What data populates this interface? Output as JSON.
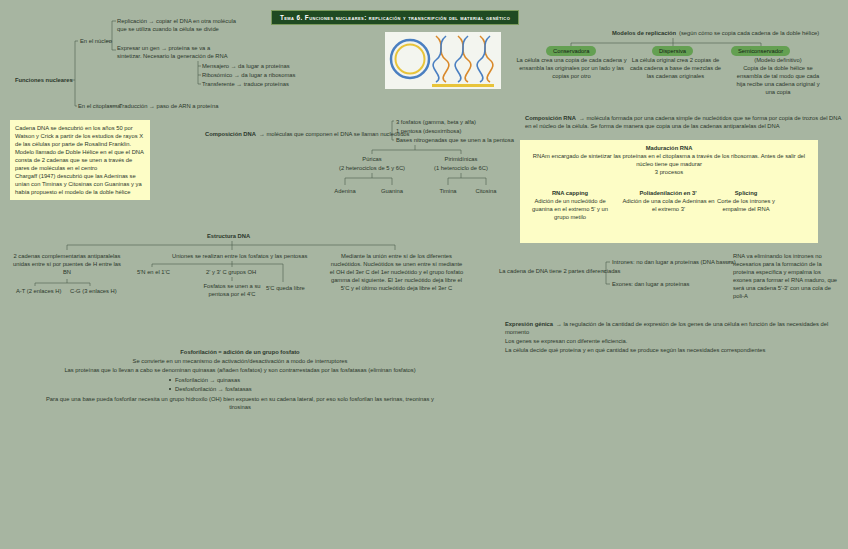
{
  "diagram": {
    "title": "Tema 6. Funciones nucleares: replicación y transcripción del material genético",
    "nodes": [
      {
        "text": [
          "Cadena DNA se descubrió en los años 50 por Watson y Crick a partir de los estudios de rayos X de las células por parte de Rosalind Franklin.",
          "Modelo llamado de Doble Hélice en el que el DNA consta de 2 cadenas que se unen a través de pares de moléculas en el centro",
          "Chargaff (1947) descubrió que las Adeninas se unían con Timinas y Citosinas con Guaninas y ya había propuesto el modelo de la doble hélice"
        ]
      },
      {
        "text": [
          "Conservadora"
        ]
      },
      {
        "text": [
          "Dispersiva"
        ]
      },
      {
        "text": [
          "Semiconservador"
        ]
      },
      {
        "text": [
          "Maduración RNA",
          "RNAm encargado de sintetizar las proteínas en el citoplasma a través de los ribosomas. Antes de salir del núcleo tiene que madurar",
          "3 procesos",
          "RNA capping",
          "Adición de un nucleótido de guanina en el extremo 5' y un grupo metilo",
          "Poliadenilación en 3'",
          "Adición de una cola de Adeninas en el extremo 3'",
          "Splicing",
          "Corte de los intrones y empalme del RNA"
        ]
      }
    ],
    "labels": [
      "Replicación → copiar el DNA en otra molécula que se utiliza cuando la célula se divide",
      "En el núcleo",
      "Expresar un gen → proteína se va a sintetizar. Necesario la generación de RNA",
      "Mensajero → da lugar a proteínas",
      "Ribosómico → da lugar a ribosomas",
      "Transferente → traduce proteínas",
      "Funciones nucleares",
      "En el citoplasma",
      "Traducción → paso de ARN a proteína",
      "Modelos de replicación",
      "(según cómo se copia cada cadena de la doble hélice)",
      "La célula crea una copia de cada cadena y ensambla las originales por un lado y las copias por otro",
      "La célula original crea 2 copias de cada cadena a base de mezclas de las cadenas originales",
      "(Modelo definitivo)",
      "Copia de la doble hélice se ensambla de tal modo que cada hija recibe una cadena original y una copia",
      "Composición DNA",
      "→ moléculas que componen el DNA se llaman nucleótidos",
      "3 fosfatos (gamma, beta y alfa)",
      "1 pentosa (desoxirribosa)",
      "Bases nitrogenadas que se unen a la pentosa",
      "Púricas",
      "(2 heterociclos de 5 y 6C)",
      "Pirimidínicas",
      "(1 heterociclo de 6C)",
      "Adenina",
      "Guanina",
      "Timina",
      "Citosina",
      "Composición RNA",
      "→ molécula formada por una cadena simple de nucleótidos que se forma por copia de trozos del DNA en el núcleo de la célula. Se forma de manera que copia una de las cadenas antiparalelas del DNA",
      "Estructura DNA",
      "2 cadenas complementarias antiparalelas unidas entre sí por puentes de H entre las BN",
      "A-T (2 enlaces H)",
      "C-G (3 enlaces H)",
      "Uniones se realizan entre los fosfatos y las pentosas",
      "5'N en el 1'C",
      "2' y 3' C grupos OH",
      "Fosfatos se unen a su pentosa por el 4'C",
      "5'C queda libre",
      "Mediante la unión entre sí de los diferentes nucleótidos. Nucleótidos se unen entre sí mediante el OH del 3er C del 1er nucleótido y el grupo fosfato gamma del siguiente. El 1er nucleótido deja libre el 5'C y el último nucleótido deja libre el 3er C",
      "La cadena de DNA tiene 2 partes diferenciadas",
      "Intrones: no dan lugar a proteínas (DNA basura)",
      "Exones: dan lugar a proteínas",
      "RNA va eliminando los intrones no necesarios para la formación de la proteína específica y empalma los exones para formar el RNA maduro, que será una cadena 5'-3' con una cola de poli-A",
      "Expresión génica",
      "→ la regulación de la cantidad de expresión de los genes de una célula en función de las necesidades del momento",
      "Los genes se expresan con diferente eficiencia.",
      "La célula decide qué proteína y en qué cantidad se produce según las necesidades correspondientes",
      "Fosforilación = adición de un grupo fosfato",
      "Se convierte en un mecanismo de activación/desactivación a modo de interruptores",
      "Las proteínas que lo llevan a cabo se denominan quinasas (añaden fosfatos) y son contrarrestadas por las fosfatasas (eliminan fosfatos)",
      "Fosforilación → quinasas",
      "Desfosforilación → fosfatasas",
      "Para que una base pueda fosforilar necesita un grupo hidroxilo (OH) bien expuesto en su cadena lateral, por eso solo fosforilan las serinas, treoninas y tirosinas"
    ]
  }
}
